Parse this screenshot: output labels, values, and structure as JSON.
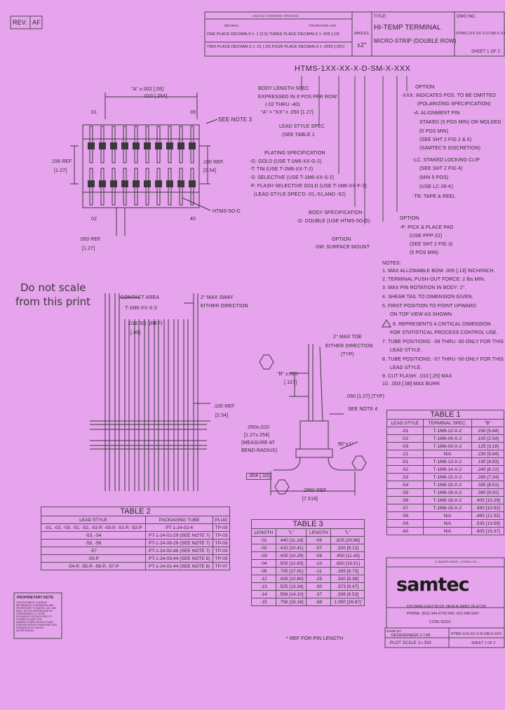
{
  "title_block": {
    "rev_label": "REV.",
    "rev_value": "AF",
    "tol_header": "UNLESS OTHERWISE SPECIFIED",
    "tol_dec_label": "DECIMAL",
    "tol_frac_label": "TOLERANCE ANG.",
    "tol_line1": "ONE PLACE DECIMALS ± .1 [2.5] THREE PLACE DECIMALS ± .005 [.13]",
    "tol_line2": "TWO PLACE DECIMALS ± .01 [.25] FOUR PLACE DECIMALS ± .0020 [.051]",
    "angles_label": "ANGLES",
    "angles_value": "±2°",
    "title_label": "TITLE:",
    "title_line1": "HI-TEMP TERMINAL",
    "title_line2": "MICRO-STRIP (DOUBLE ROW)",
    "dwg_label": "DWG NO.",
    "dwg_no": "HTMS-1XX-XX-X-D-SM-X-XXX",
    "sheet": "SHEET 1 OF 2"
  },
  "part_code": "HTMS-1XX-XX-X-D-SM-X-XXX",
  "spec_callouts": {
    "body_length": [
      "BODY LENGTH SPEC",
      "EXPRESSED IN # POS PER ROW",
      "(-02 THRU -40)",
      "\"A\" = \"XX\" x .050 [1.27]"
    ],
    "lead_style": [
      "LEAD STYLE SPEC",
      "(SEE TABLE 1"
    ],
    "plating": [
      "PLATING SPECIFICATION",
      "-G: GOLD (USE T-1M6-XX-G-2)",
      "-T: TIN (USE T-1M6-XX-T-2)",
      "-S: SELECTIVE (USE T-1M6-XX-S-2)",
      "-F: FLASH SELECTIVE GOLD (USE T-1M6-XX-F-2)",
      "(LEAD STYLE SPEC'D -01,-51,AND -52)"
    ],
    "body_spec": [
      "BODY SPECIFICATION",
      "-D: DOUBLE (USE HTMS-5O-D)"
    ],
    "option_sm": [
      "OPTION",
      "-SM: SURFACE MOUNT"
    ],
    "option_right": [
      "OPTION",
      "-XXX: INDICATES POS. TO BE OMITTED",
      "(POLARIZING SPECIFICATION)",
      "-A: ALIGNMENT PIN",
      "STAKED (5 POS MIN) OR MOLDED",
      "(5 POS MIN)",
      "(SEE SHT 2 FIG 2 & 6)",
      "(SAMTEC'S DISCRETION)",
      "-LC: STAKED LOCKING CLIP",
      "(SEE SHT 2 FIG 4)",
      "(MIN 5 POS)",
      "(USE LC-26-K)",
      "-TR: TAPE & REEL"
    ],
    "option_p": [
      "OPTION",
      "-P: PICK & PLACE PAD",
      "(USE PPP-22)",
      "(SEE SHT 2 FIG 3)",
      "(5 POS MIN)"
    ]
  },
  "notes": [
    "NOTES:",
    "1. MAX ALLOWABLE BOW .005 [.13] INCH/INCH.",
    "2. TERMINAL PUSH-OUT FORCE: 2 lbs MIN.",
    "3. MAX PIN ROTATION IN BODY: 2°.",
    "4. SHEAR TAIL TO DIMENSION GIVEN.",
    "5. FIRST POSITION TO POINT UPWARD",
    "ON TOP VIEW AS SHOWN.",
    "6. REPRESENTS A CRITICAL DIMENSION",
    "FOR STATISTICAL PROCESS CONTROL USE.",
    "7. TUBE POSITIONS: -08 THRU -50 ONLY FOR THIS",
    "LEAD STYLE.",
    "8. TUBE POSITIONS: -07 THRU -50 ONLY FOR THIS",
    "LEAD STYLE.",
    "9. CUT FLASH: .010 [.25] MAX",
    "10. .003 [.08] MAX BURR"
  ],
  "top_view": {
    "dim_a": "\"A\" ±.002 [.05]",
    "dim_a2": ".010 [.254]",
    "pin01": "01",
    "pin39": "39",
    "pin02": "02",
    "pin40": "40",
    "see_note3": "SEE NOTE 3",
    "ref_156": ".156 REF",
    "ref_156mm": "[1.27]",
    "ref_100": ".100 REF.",
    "ref_100mm": "[2.54]",
    "htms": "HTMS-5O-D",
    "ref_050": ".050 REF.",
    "ref_050mm": "[1.27]"
  },
  "side_view": {
    "contact_area": "CONTACT AREA",
    "tm": "T-1M6-XX-X-2",
    "sway": "2° MAX SWAY",
    "sway2": "EITHER DIRECTION",
    "sq": ".018 SQ. (REF)",
    "sq_mm": "[.46]",
    "ref100": ".100 REF",
    "ref100mm": "[2.54]"
  },
  "end_view": {
    "toe": "2° MAX TOE",
    "toe2": "EITHER DIRECTION",
    "toe3": "(TYP)",
    "b": "\"B\" ±.005",
    "b_mm": "[.127]",
    "typ050": ".050 [1.27] (TYP)",
    "see_note4": "SEE NOTE 4",
    "radius": ".050±.010",
    "radius_mm": "[1.27±.254]",
    "measure1": "(MEASURE AT",
    "measure2": "BEND RADIUS)",
    "angle": "90°±1°",
    "flat": ".004 [.10]",
    "ref2960": ".2960 REF",
    "ref2960mm": "[7.518]"
  },
  "handwriting": [
    "Do not scale",
    "from this print"
  ],
  "table1": {
    "title": "TABLE 1",
    "headers": [
      "LEAD STYLE",
      "TERMINAL SPEC.",
      "\"B\""
    ],
    "rows": [
      [
        "-01",
        "T-1M6-12-X-2",
        ".230 [5.84]"
      ],
      [
        "-02",
        "T-1M6-04-X-2",
        ".100 [2.54]"
      ],
      [
        "-03",
        "T-1M6-03-X-2",
        ".125 [3.18]"
      ],
      [
        "-21",
        "N/A",
        ".230 [5.84]"
      ],
      [
        "-51",
        "T-1M6-13-X-2",
        ".190 [4.83]"
      ],
      [
        "-52",
        "T-1M6-14-X-2",
        ".245 [6.22]"
      ],
      [
        "-53",
        "T-1M6-15-X-2",
        ".285 [7.24]"
      ],
      [
        "-54",
        "T-1M6-15-X-2",
        ".335 [8.51]"
      ],
      [
        "-55",
        "T-1M6-16-X-2",
        ".390 [9.91]"
      ],
      [
        "-56",
        "T-1M6-16-X-2",
        ".405 [10.29]"
      ],
      [
        "-57",
        "T-1M6-16-X-2",
        ".430 [10.92]"
      ],
      [
        "-58",
        "N/A",
        ".485 [12.32]"
      ],
      [
        "-59",
        "N/A",
        ".535 [13.59]"
      ],
      [
        "-60",
        "N/A",
        ".605 [15.37]"
      ]
    ]
  },
  "table2": {
    "title": "TABLE 2",
    "headers": [
      "LEAD STYLE",
      "PACKAGING TUBE",
      "PLUG"
    ],
    "rows": [
      [
        "-01, -02, -03, -51, -52, -02-P, -03-P, -51-P, -52-P",
        "PT-1-24-02-4",
        "TP-03"
      ],
      [
        "-53, -54",
        "PT-1-24-01-29 (SEE NOTE 7)",
        "TP-03"
      ],
      [
        "-55, -56",
        "PT-1-24-09-29 (SEE NOTE 7)",
        "TP-03"
      ],
      [
        "-57",
        "PT-1-24-02-46 (SEE NOTE 7)",
        "TP-03"
      ],
      [
        "-53-P",
        "PT-1-24-03-44 (SEE NOTE 8)",
        "TP-03"
      ],
      [
        "-54-P, -55-P, -56-P, -57-P",
        "PT-1-24-01-44 (SEE NOTE 8)",
        "TP-07"
      ]
    ]
  },
  "table3": {
    "title": "TABLE 3",
    "headers": [
      "LENGTH",
      "\"L\"",
      "LENGTH",
      "\"L\""
    ],
    "rows": [
      [
        "-01",
        ".440 [11.18]",
        "-06",
        ".825 [20.96]"
      ],
      [
        "-02",
        ".410 [10.41]",
        "-07",
        ".320 [8.13]"
      ],
      [
        "-03",
        ".405 [10.29]",
        "-08",
        ".450 [11.43]"
      ],
      [
        "-04",
        ".505 [12.83]",
        "-10",
        ".650 [16.51]"
      ],
      [
        "-05",
        ".705 [17.91]",
        "-11",
        ".265 [6.73]"
      ],
      [
        "-12",
        ".425 [10.80]",
        "-25",
        ".330 [8.38]"
      ],
      [
        "-13",
        ".525 [13.34]",
        "-30",
        ".373 [9.47]"
      ],
      [
        "-14",
        ".556 [14.10]",
        "-37",
        ".336 [8.53]"
      ],
      [
        "-15",
        ".756 [19.18]",
        "-38",
        "1.050 [26.67]"
      ]
    ],
    "footnote": "* REF FOR PIN LENGTH"
  },
  "proprietary": {
    "title": "PROPRIETARY NOTE",
    "body": "THIS DOCUMENT CONTAINS INFORMATION CONFIDENTIAL AND PROPRIETARY TO SAMTEC, INC. AND SHALL NOT BE REPRODUCED OR TRANSFERRED TO OTHER DOCUMENTS OR DISCLOSED TO OTHERS OR USED FOR MANUFACTURING OR ANY OTHER PURPOSE WITHOUT PRIOR WRITTEN PERMISSION OF SAMTEC, INCORPORATED."
  },
  "company": {
    "logo": "samtec",
    "file_line": "C:\\SAMTEC\\DEV\\...\\HTMS-1XX-...",
    "addr1": "520 PARK EAST BLVD.  NEW ALBANY, IN 47150",
    "addr2": "PHONE: (812) 944-6733   FAX: 812-948-5047",
    "code": "CODE 55322",
    "made_by_label": "MADE BY:",
    "made_by": "DES/ENGINEER 2-7-89",
    "plot_scale": "PLOT SCALE 1=.333",
    "dwg": "HTMS-1XX-XX-X-D-SM-X-XXX",
    "sheet": "SHEET 1 OF 2"
  }
}
